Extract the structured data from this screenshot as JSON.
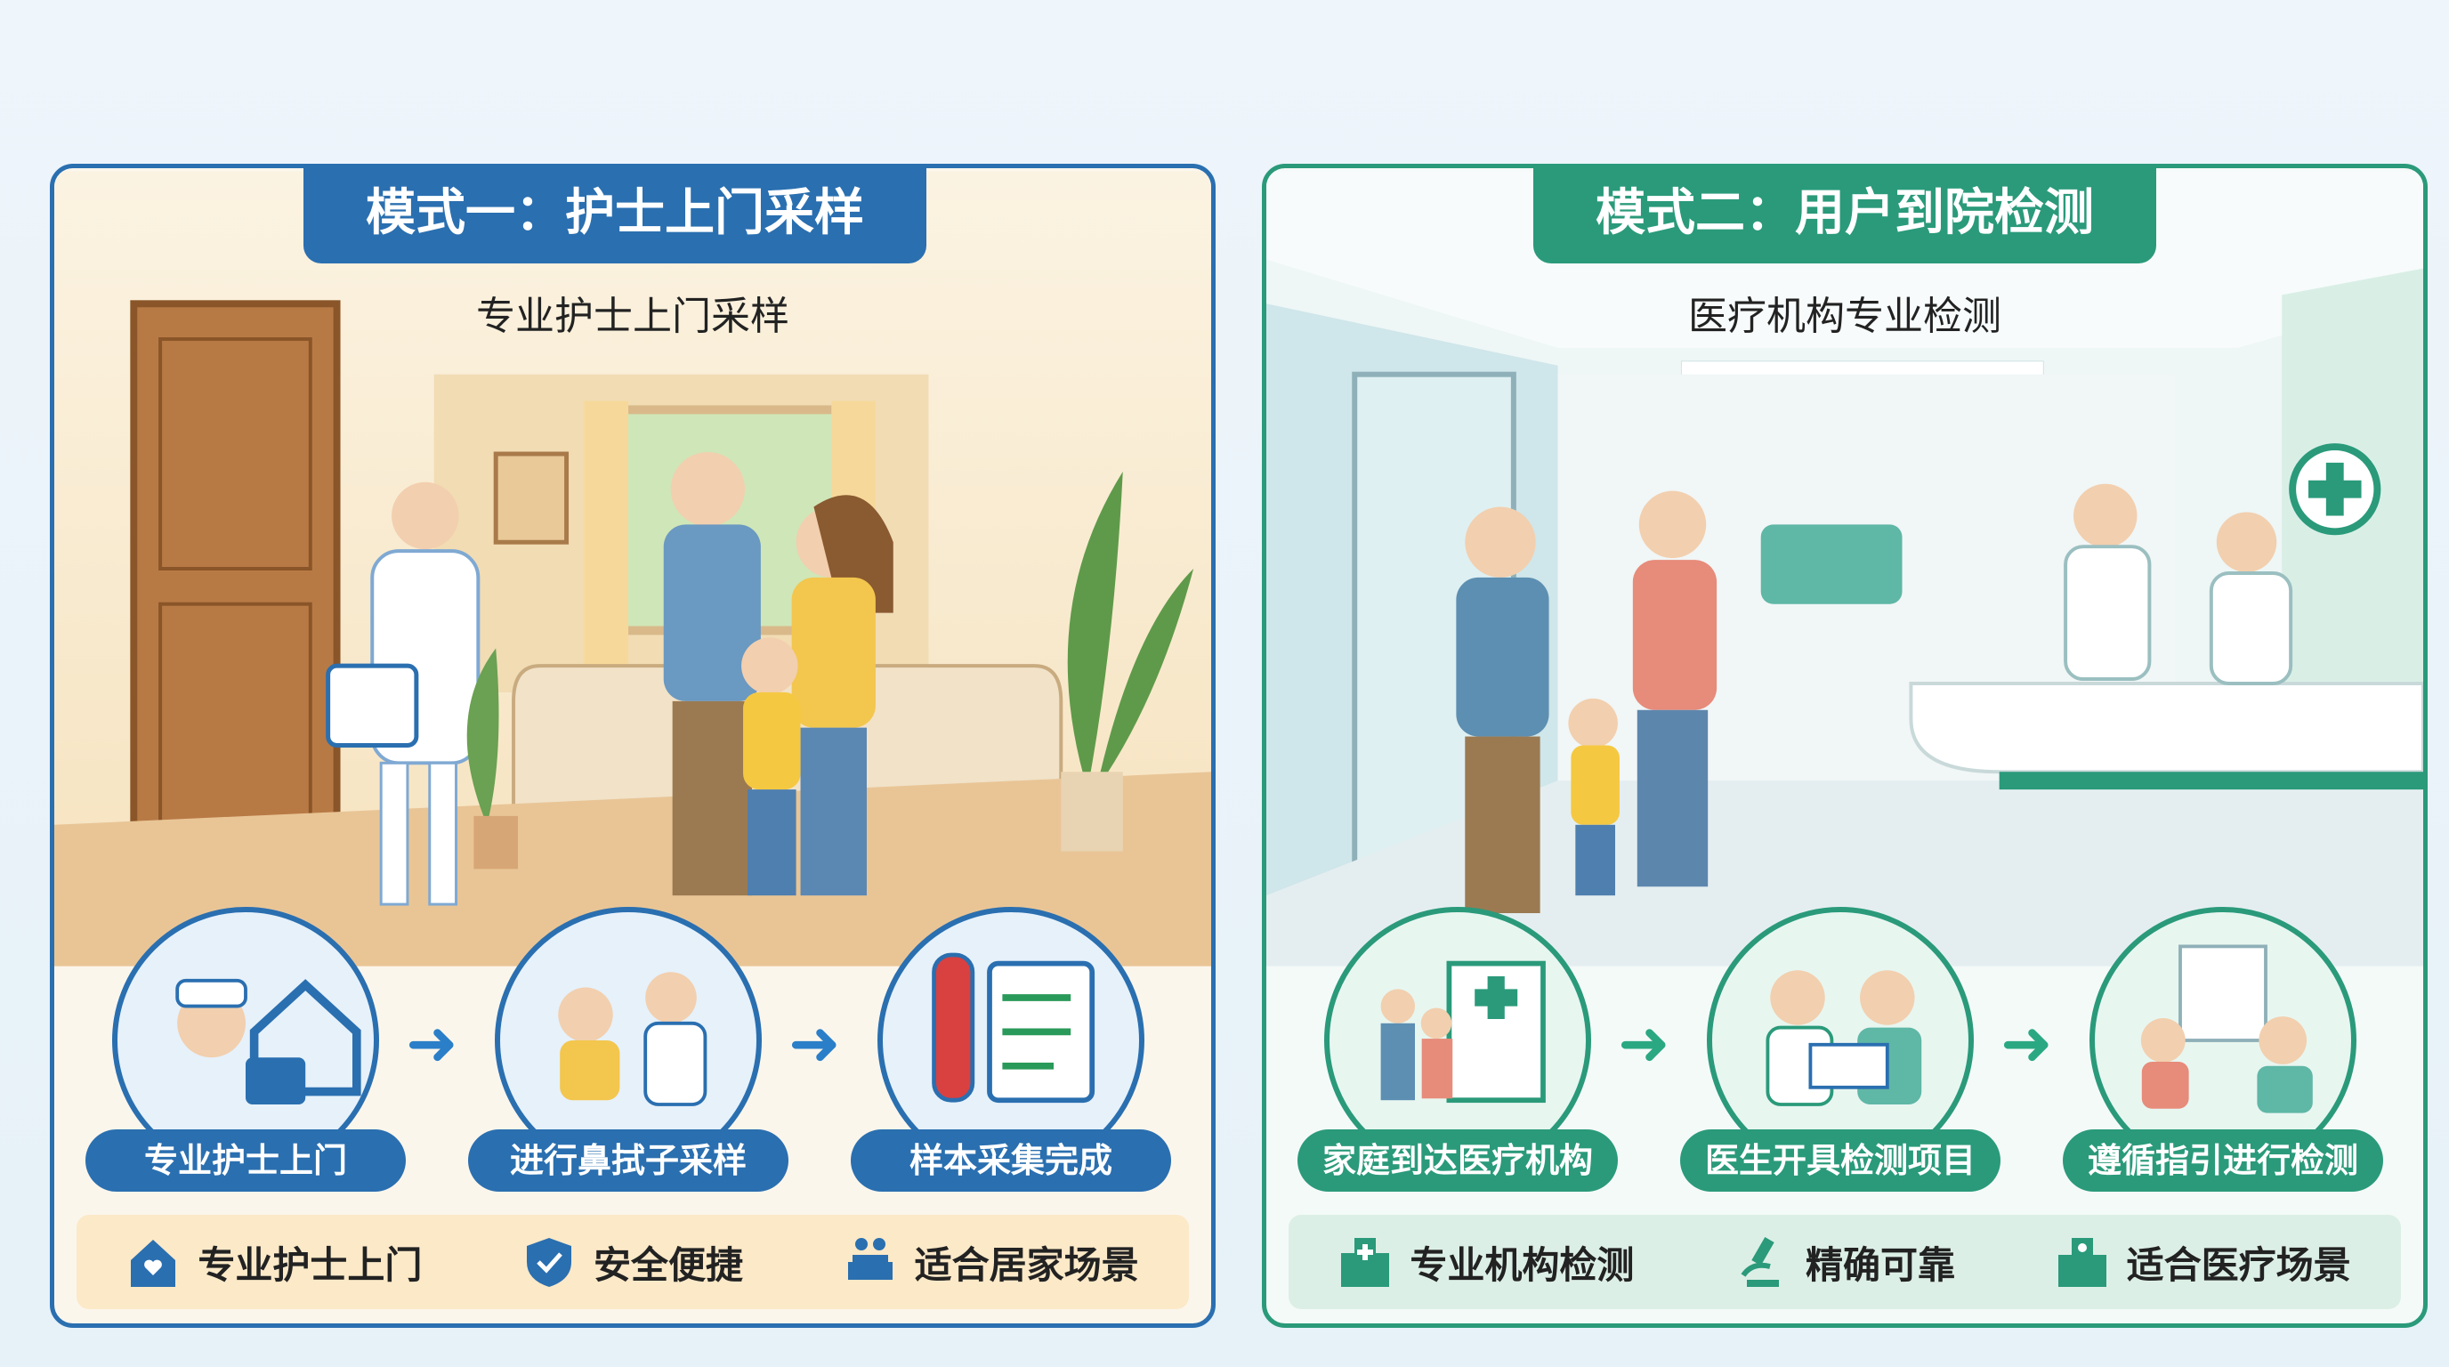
{
  "mode1": {
    "title": "模式一：护士上门采样",
    "subtitle": "专业护士上门采样",
    "steps": [
      {
        "label": "专业护士上门",
        "icon": "nurse-home-icon"
      },
      {
        "label": "进行鼻拭子采样",
        "icon": "nasal-swab-icon"
      },
      {
        "label": "样本采集完成",
        "icon": "sample-checklist-icon"
      }
    ],
    "features": [
      {
        "label": "专业护士上门",
        "icon": "house-heart-icon"
      },
      {
        "label": "安全便捷",
        "icon": "shield-check-icon"
      },
      {
        "label": "适合居家场景",
        "icon": "sofa-family-icon"
      }
    ],
    "color": "#2a6fb0"
  },
  "mode2": {
    "title": "模式二：用户到院检测",
    "subtitle": "医疗机构专业检测",
    "steps": [
      {
        "label": "家庭到达医疗机构",
        "icon": "family-hospital-icon"
      },
      {
        "label": "医生开具检测项目",
        "icon": "doctor-order-icon"
      },
      {
        "label": "遵循指引进行检测",
        "icon": "guided-test-icon"
      }
    ],
    "features": [
      {
        "label": "专业机构检测",
        "icon": "hospital-building-icon"
      },
      {
        "label": "精确可靠",
        "icon": "microscope-icon"
      },
      {
        "label": "适合医疗场景",
        "icon": "clinic-building-icon"
      }
    ],
    "color": "#2a9a7a"
  }
}
